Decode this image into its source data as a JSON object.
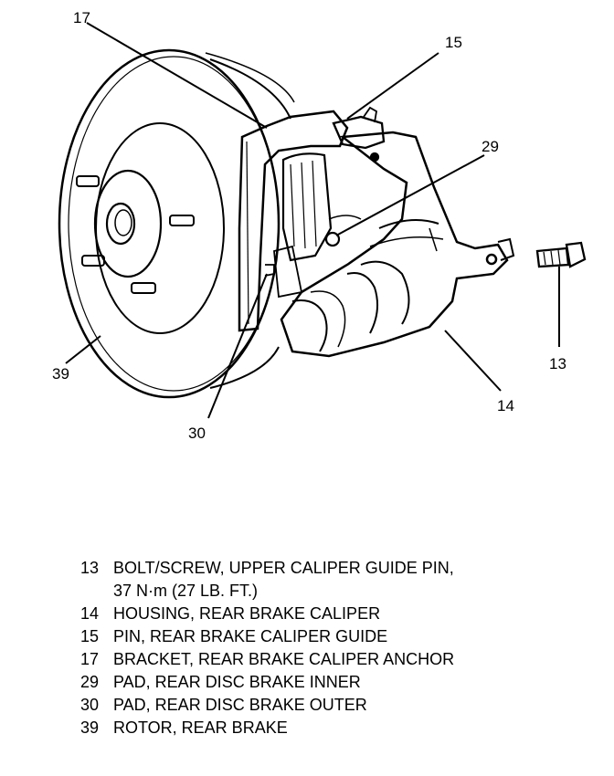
{
  "callouts": {
    "c13": "13",
    "c14": "14",
    "c15": "15",
    "c17": "17",
    "c29": "29",
    "c30": "30",
    "c39": "39"
  },
  "legend": [
    {
      "number": "13",
      "lines": [
        "BOLT/SCREW, UPPER CALIPER GUIDE PIN,",
        "37 N·m (27 LB. FT.)"
      ]
    },
    {
      "number": "14",
      "lines": [
        "HOUSING, REAR BRAKE CALIPER"
      ]
    },
    {
      "number": "15",
      "lines": [
        "PIN, REAR BRAKE CALIPER GUIDE"
      ]
    },
    {
      "number": "17",
      "lines": [
        "BRACKET, REAR BRAKE CALIPER ANCHOR"
      ]
    },
    {
      "number": "29",
      "lines": [
        "PAD, REAR DISC BRAKE INNER"
      ]
    },
    {
      "number": "30",
      "lines": [
        "PAD, REAR DISC BRAKE OUTER"
      ]
    },
    {
      "number": "39",
      "lines": [
        "ROTOR, REAR BRAKE"
      ]
    }
  ]
}
